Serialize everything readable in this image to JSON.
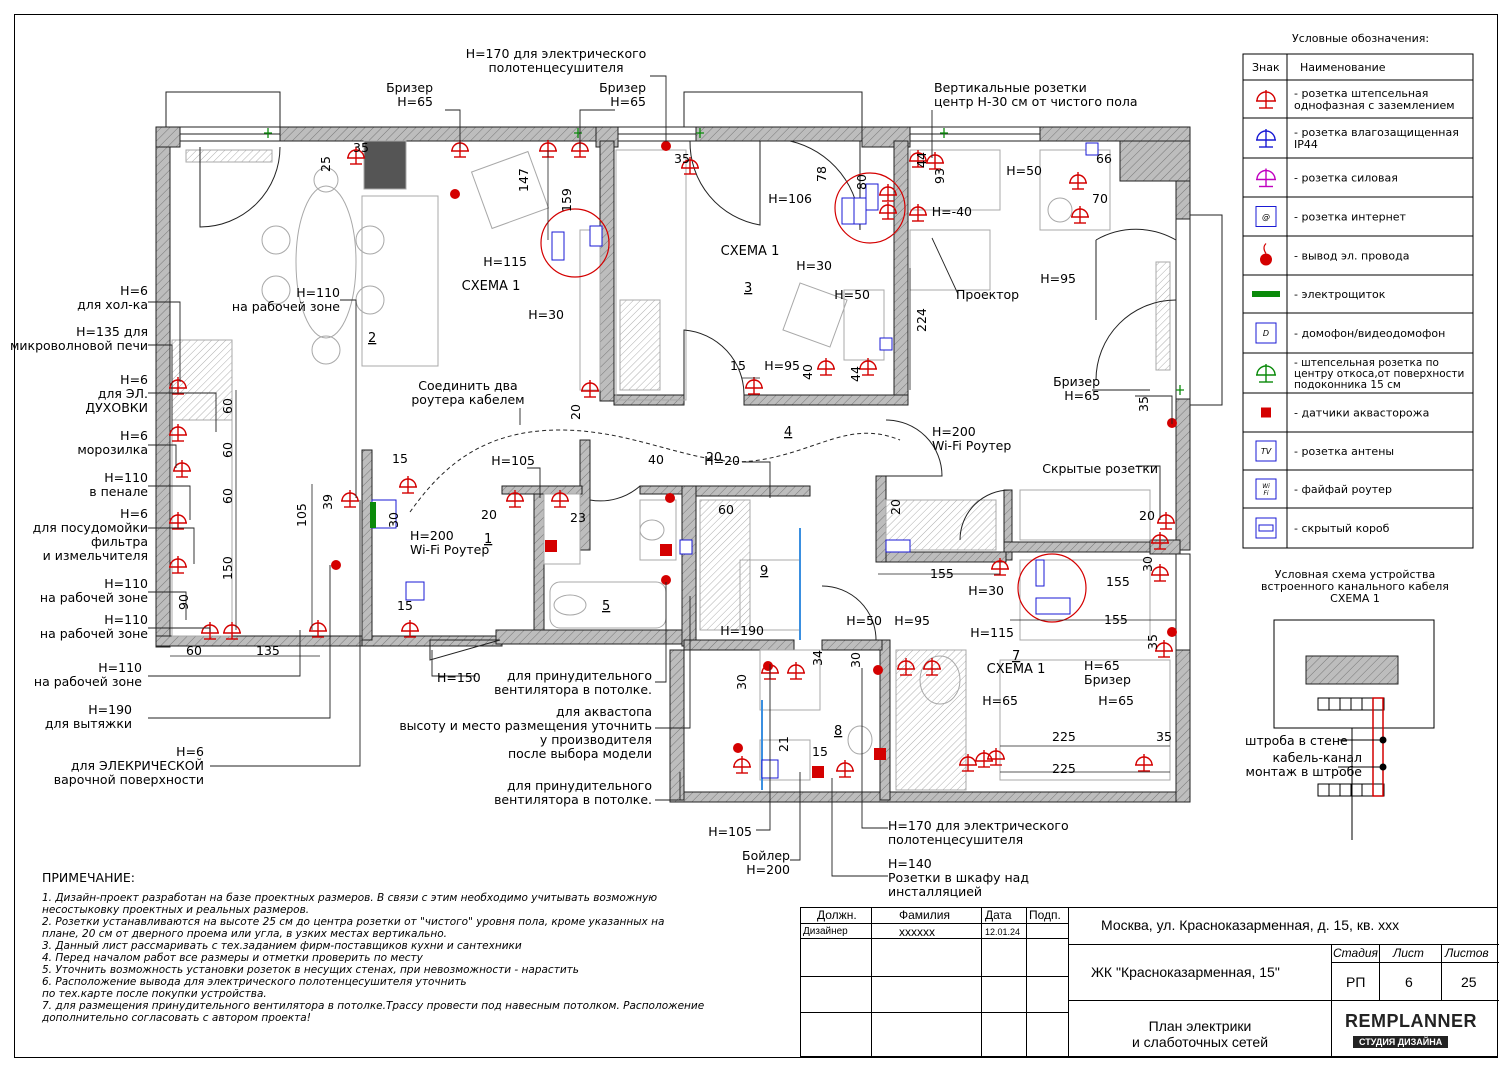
{
  "legend": {
    "title": "Условные обозначения:",
    "col_sign": "Знак",
    "col_name": "Наименование",
    "items": [
      {
        "icon": "socket-grounded-icon",
        "color": "#d40000",
        "label": "- розетка штепсельная\nоднофазная с заземлением"
      },
      {
        "icon": "socket-waterproof-icon",
        "color": "#1a1ad4",
        "label": "- розетка влагозащищенная\nIP44"
      },
      {
        "icon": "socket-power-icon",
        "color": "#c000c0",
        "label": "- розетка силовая"
      },
      {
        "icon": "internet-socket-icon",
        "color": "#1a1ad4",
        "label": "- розетка интернет"
      },
      {
        "icon": "wire-outlet-icon",
        "color": "#d40000",
        "label": "- вывод  эл. провода"
      },
      {
        "icon": "electric-panel-icon",
        "color": "#0a8a0a",
        "label": "- электрощиток"
      },
      {
        "icon": "intercom-icon",
        "color": "#1a1ad4",
        "label": "- домофон/видеодомофон"
      },
      {
        "icon": "window-socket-icon",
        "color": "#0a8a0a",
        "label": "- штепсельная розетка по\nцентру откоса,от поверхности\nподоконника 15 см"
      },
      {
        "icon": "leak-sensor-icon",
        "color": "#d40000",
        "label": "- датчики аквасторожа"
      },
      {
        "icon": "tv-socket-icon",
        "color": "#1a1ad4",
        "label": "- розетка антены"
      },
      {
        "icon": "wifi-router-icon",
        "color": "#1a1ad4",
        "label": "- файфай роутер"
      },
      {
        "icon": "hidden-box-icon",
        "color": "#1a1ad4",
        "label": "- скрытый короб"
      }
    ]
  },
  "scheme": {
    "title": "Условная схема устройства\nвстроенного канального кабеля\nСХЕМА 1",
    "label_wall": "штроба в стене",
    "label_channel": "кабель-канал\nмонтаж в штробе"
  },
  "notes": {
    "title": "ПРИМЕЧАНИЕ:",
    "lines": [
      "1. Дизайн-проект разработан на базе проектных размеров. В связи с этим необходимо учитывать возможную",
      "    несостыковку проектных и реальных размеров.",
      "2. Розетки устанавливаются на высоте 25 см до центра розетки от \"чистого\" уровня пола, кроме указанных на",
      "    плане, 20 см от дверного проема или угла, в узких местах вертикально.",
      "3. Данный лист рассмаривать с тех.заданием фирм-поставщиков кухни и сантехники",
      "4. Перед началом работ все размеры и отметки проверить по месту",
      "5. Уточнить возможность установки розеток в несущих стенах, при невозможности - нарастить",
      "6. Расположение вывода для электрического полотенцесушителя уточнить",
      "    по тех.карте после покупки устройства.",
      "7. для размещения принудительного вентилятора в потолке.Трассу провести под навесным потолком. Расположение",
      "    дополнительно согласовать с автором проекта!"
    ]
  },
  "title_block": {
    "hdr_position": "Должн.",
    "hdr_surname": "Фамилия",
    "hdr_date": "Дата",
    "hdr_sign": "Подп.",
    "position": "Дизайнер",
    "surname": "хххххх",
    "date": "12.01.24",
    "address": "Москва, ул. Красноказарменная, д. 15, кв. ххх",
    "complex": "ЖК \"Красноказарменная, 15\"",
    "hdr_stage": "Стадия",
    "hdr_sheet": "Лист",
    "hdr_sheets": "Листов",
    "stage": "РП",
    "sheet": "6",
    "sheets": "25",
    "drawing_title": "План электрики\nи слаботочных сетей",
    "logo_top": "REMPLANNER",
    "logo_bottom": "СТУДИЯ ДИЗАЙНА"
  },
  "plan": {
    "rooms": [
      "1",
      "2",
      "3",
      "4",
      "5",
      "7",
      "8",
      "9"
    ],
    "schema_label": "СХЕМА 1",
    "annotations": [
      "H=170 для электрического\nполотенцесушителя",
      "Бризер\nH=65",
      "Бризер\nH=65",
      "Вертикальные розетки\nцентр  H-30 см от чистого пола",
      "H=6\nдля хол-ка",
      "H=135 для\nмикроволновой печи",
      "H=6\nдля ЭЛ.\nДУХОВКИ",
      "H=6\nморозилка",
      "H=110\nв пенале",
      "H=6\nдля посудомойки\nфильтра\nи измельчителя",
      "H=110\nна рабочей зоне",
      "H=110\nна рабочей зоне",
      "H=110\nна рабочей зоне",
      "H=190\nдля вытяжки",
      "H=6\nдля ЭЛЕКРИЧЕСКОЙ\nварочной поверхности",
      "H=110\nна рабочей зоне",
      "H=115",
      "H=30",
      "H=106",
      "H=30",
      "H=50",
      "H=-40",
      "Проектор",
      "H=95",
      "H=50",
      "H=95",
      "Соединить два\nроутера кабелем",
      "Бризер\nH=65",
      "H=200\nWi-Fi Роутер",
      "Скрытые розетки",
      "H=105",
      "H=20",
      "H=200\nWi-Fi Роутер",
      "H=150",
      "для принудительного\nвентилятора в потолке.",
      "для аквастопа\nвысоту и место размещения уточнить\nу производителя\nпосле выбора модели",
      "для принудительного\nвентилятора в потолке.",
      "H=190",
      "H=50",
      "H=95",
      "H=30",
      "H=115",
      "H=65\nБризер",
      "H=65",
      "H=65",
      "H=105",
      "Бойлер\nH=200",
      "H=170 для электрического\nполотенцесушителя",
      "H=140\nРозетки в шкафу над\nинсталляцией"
    ],
    "dims": [
      "25",
      "35",
      "147",
      "159",
      "35",
      "78",
      "80",
      "44",
      "93",
      "66",
      "70",
      "40",
      "15",
      "44",
      "224",
      "20",
      "15",
      "39",
      "105",
      "30",
      "150",
      "90",
      "60",
      "135",
      "60",
      "60",
      "60",
      "23",
      "20",
      "40",
      "20",
      "60",
      "15",
      "155",
      "155",
      "155",
      "20",
      "35",
      "225",
      "225",
      "35",
      "20",
      "30",
      "34",
      "30",
      "21",
      "15",
      "30",
      "35"
    ]
  }
}
